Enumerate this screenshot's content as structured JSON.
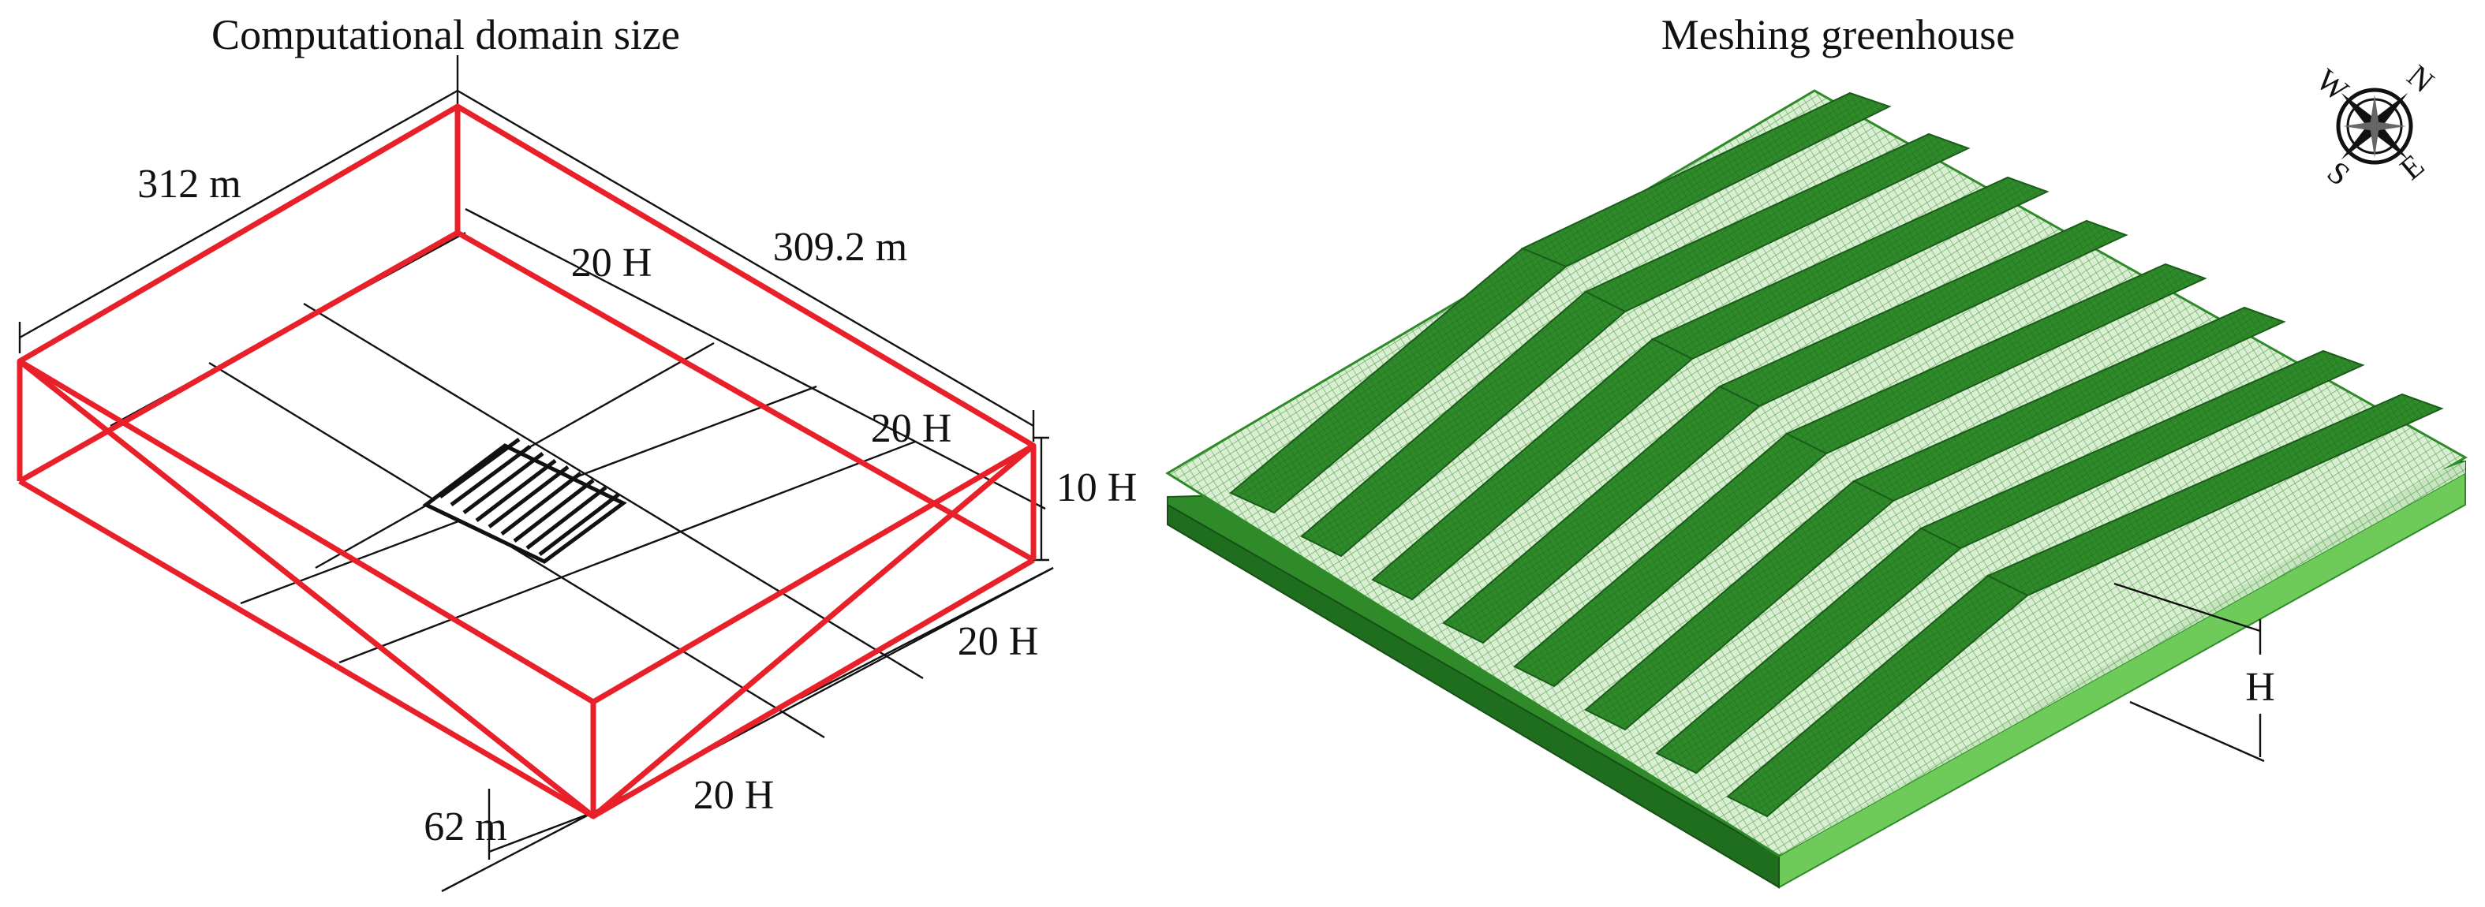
{
  "left_panel": {
    "title": "Computational domain size",
    "labels": {
      "length": "312 m",
      "width": "309.2 m",
      "height_abs": "62 m",
      "upstream": "20 H",
      "side_right": "20 H",
      "height_rel": "10 H",
      "downstream": "20 H",
      "bottom": "20 H"
    }
  },
  "right_panel": {
    "title": "Meshing greenhouse",
    "height_label": "H",
    "compass": {
      "n": "N",
      "e": "E",
      "s": "S",
      "w": "W"
    }
  },
  "colors": {
    "domain_edges": "#e8202a",
    "greenhouse_dark": "#2f8a2a",
    "greenhouse_light": "#d7eccf",
    "greenhouse_base": "#6ecb5a"
  }
}
